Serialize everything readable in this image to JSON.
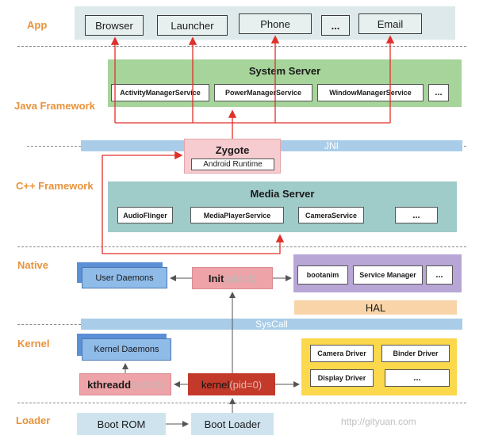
{
  "layers": {
    "app": "App",
    "java": "Java Framework",
    "cpp": "C++ Framework",
    "native": "Native",
    "kernel": "Kernel",
    "loader": "Loader"
  },
  "app_items": [
    "Browser",
    "Launcher",
    "Phone",
    "...",
    "Email"
  ],
  "system_server": {
    "title": "System Server",
    "services": [
      "ActivityManagerService",
      "PowerManagerService",
      "WindowManagerService",
      "..."
    ]
  },
  "jni": "JNI",
  "zygote": {
    "title": "Zygote",
    "runtime": "Android Runtime"
  },
  "media_server": {
    "title": "Media Server",
    "services": [
      "AudioFlinger",
      "MediaPlayerService",
      "CameraService",
      "..."
    ]
  },
  "native": {
    "user_daemons": "User Daemons",
    "init": "Init",
    "init_pid": "(pid=1)",
    "services": [
      "bootanim",
      "Service Manager",
      "..."
    ]
  },
  "hal": "HAL",
  "syscall": "SysCall",
  "kernel": {
    "kernel_daemons": "Kernel Daemons",
    "kthreadd": "kthreadd",
    "kthreadd_pid": "(pid=2)",
    "kernel": "kernel",
    "kernel_pid": "(pid=0)",
    "drivers": [
      "Camera Driver",
      "Binder Driver",
      "Display Driver",
      "..."
    ]
  },
  "loader": {
    "boot_rom": "Boot  ROM",
    "boot_loader": "Boot Loader"
  },
  "watermark": "http://gityuan.com",
  "colors": {
    "label": "#e8923a",
    "arrow": "#e0302a",
    "system_server_bg": "#a6d49a",
    "media_server_bg": "#9fcbc9",
    "native_services_bg": "#b8a6d6",
    "drivers_bg": "#fbd84c",
    "hal_bg": "#f8d4a8",
    "zygote_bg": "#f6ccd0",
    "init_bg": "#eda3a7",
    "kthreadd_bg": "#eda3a7",
    "kernel_bg": "#c33a2a",
    "loader_bg": "#cfe3ef",
    "bar_bg": "#a9cde8"
  }
}
